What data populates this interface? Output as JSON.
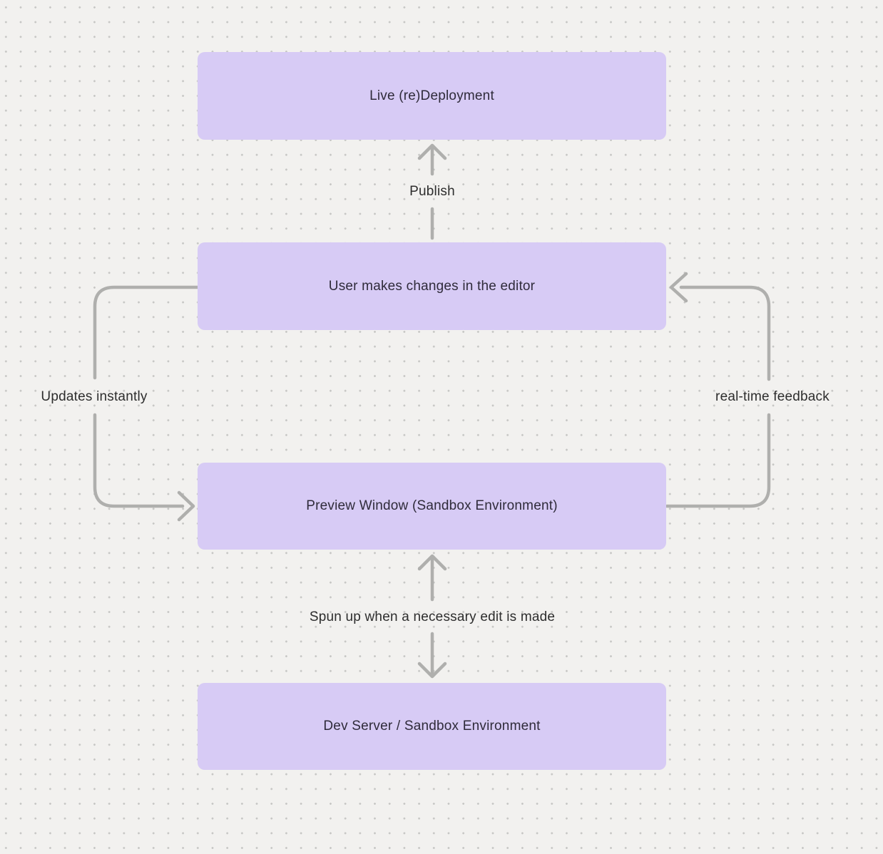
{
  "colors": {
    "background": "#f2f1ef",
    "dot": "#c6c6c4",
    "node_fill": "#d7cbf5",
    "node_text": "#2f2b3a",
    "edge_line": "#afafad",
    "edge_label_text": "#2d2d2d"
  },
  "nodes": [
    {
      "id": "live-deployment",
      "label": "Live (re)Deployment"
    },
    {
      "id": "editor",
      "label": "User makes changes in the editor"
    },
    {
      "id": "preview-window",
      "label": "Preview Window (Sandbox Environment)"
    },
    {
      "id": "dev-server",
      "label": "Dev Server / Sandbox Environment"
    }
  ],
  "edges": [
    {
      "id": "publish",
      "from": "editor",
      "to": "live-deployment",
      "label": "Publish",
      "arrowheads": "up"
    },
    {
      "id": "updates-instantly",
      "from": "editor",
      "to": "preview-window",
      "label": "Updates instantly",
      "arrowheads": "right",
      "side": "left"
    },
    {
      "id": "real-time-feedback",
      "from": "preview-window",
      "to": "editor",
      "label": "real-time feedback",
      "arrowheads": "left",
      "side": "right"
    },
    {
      "id": "spun-up",
      "from": "preview-window",
      "to": "dev-server",
      "label": "Spun up when a necessary edit is made",
      "arrowheads": "up-and-down"
    }
  ]
}
